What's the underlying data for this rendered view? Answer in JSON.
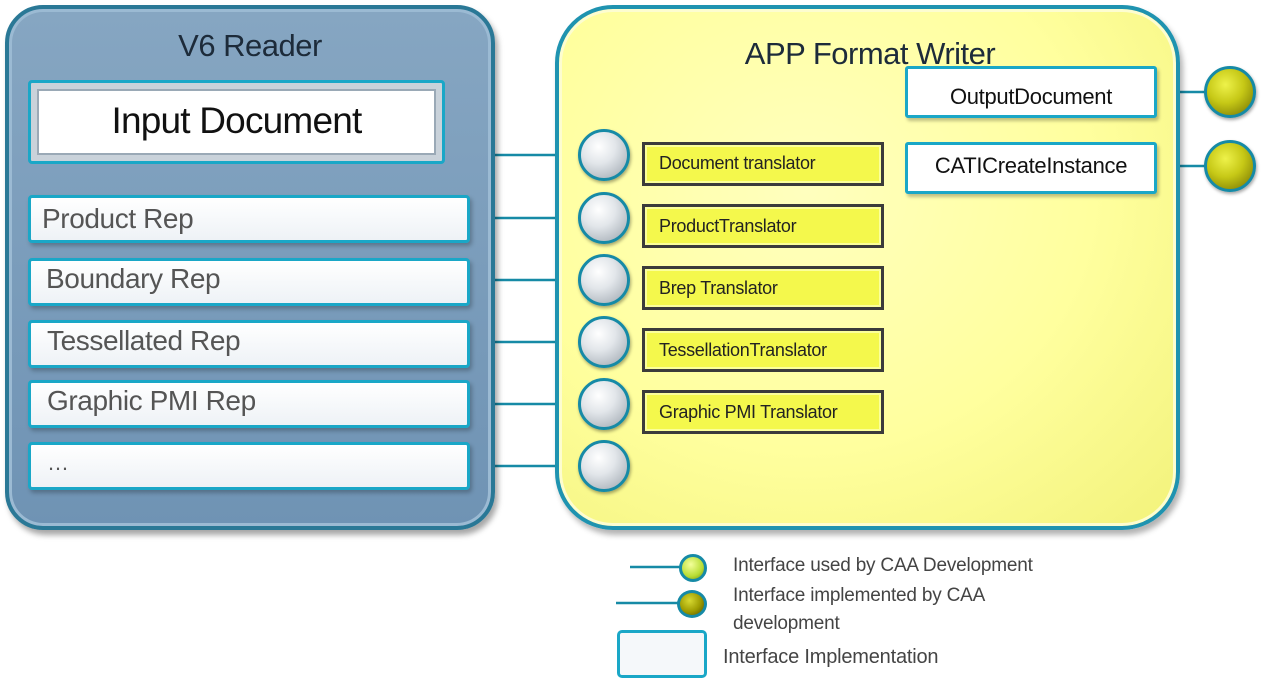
{
  "reader": {
    "title": "V6 Reader",
    "input_document": "Input Document",
    "reps": [
      "Product Rep",
      "Boundary Rep",
      "Tessellated Rep",
      "Graphic PMI Rep",
      "…"
    ]
  },
  "writer": {
    "title": "APP Format Writer",
    "translators": [
      "Document translator",
      "ProductTranslator",
      "Brep Translator",
      "TessellationTranslator",
      "Graphic PMI Translator"
    ],
    "outputs": [
      "OutputDocument",
      "CATICreateInstance"
    ]
  },
  "legend": {
    "used": "Interface used by CAA Development",
    "implemented_line1": "Interface implemented by CAA",
    "implemented_line2": "development",
    "implementation": "Interface Implementation"
  },
  "colors": {
    "reader_fill": "#7a9dbc",
    "writer_fill": "#ffffa8",
    "translator_fill": "#f4f84c",
    "connector": "#168aa6"
  }
}
